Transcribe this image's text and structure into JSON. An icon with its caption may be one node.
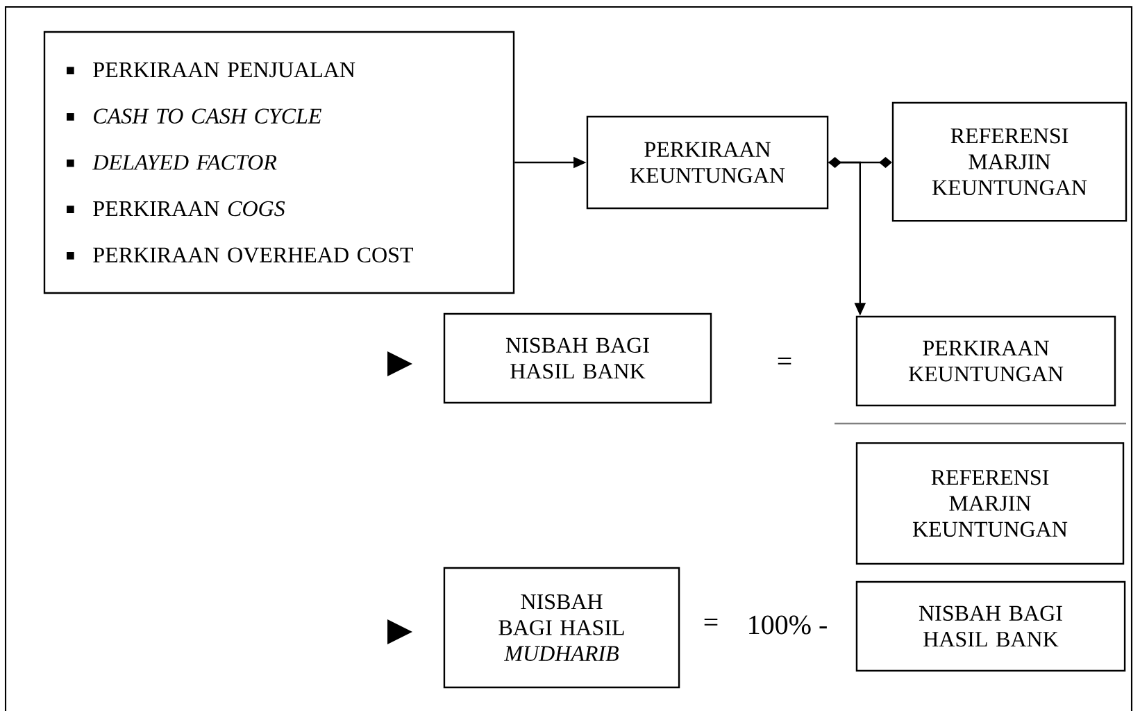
{
  "diagram": {
    "nodes": [
      {
        "text": [
          "PERKIRAAN PENJUALAN",
          "*CASH TO CASH CYCLE*",
          "*DELAYED FACTOR*",
          "PERKIRAAN *COGS*",
          "PERKIRAAN OVERHEAD COST"
        ]
      },
      {
        "text": [
          "PERKIRAAN KEUNTUNGAN"
        ]
      },
      {
        "text": [
          "REFERENSI MARJIN KEUNTUNGAN"
        ]
      },
      {
        "text": [
          "NISBAH BAGI HASIL BANK"
        ]
      },
      {
        "text": [
          "PERKIRAAN KEUNTUNGAN"
        ]
      },
      {
        "text": [
          "REFERENSI MARJIN KEUNTUNGAN"
        ]
      },
      {
        "text": [
          "NISBAH BAGI HASIL *MUDHARIB*"
        ]
      },
      {
        "text": [
          "NISBAH BAGI HASIL BANK"
        ]
      }
    ],
    "edges": [
      {
        "from": 0,
        "to": 1,
        "arrow": "to"
      },
      {
        "from": 1,
        "to": 2,
        "arrow": "other"
      },
      {
        "from": 1,
        "to": 4,
        "arrow": "to"
      }
    ],
    "labels": [
      "=",
      "=",
      "100% -"
    ]
  }
}
